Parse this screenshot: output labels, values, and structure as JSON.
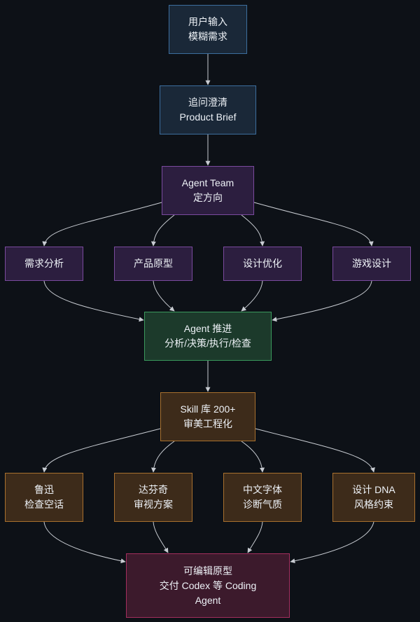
{
  "diagram": {
    "nodes": [
      {
        "id": "input",
        "lines": [
          "用户输入",
          "模糊需求"
        ],
        "style": "blue"
      },
      {
        "id": "clarify",
        "lines": [
          "追问澄清",
          "Product Brief"
        ],
        "style": "blue"
      },
      {
        "id": "team",
        "lines": [
          "Agent Team",
          "定方向"
        ],
        "style": "purple"
      },
      {
        "id": "req",
        "lines": [
          "需求分析"
        ],
        "style": "purple"
      },
      {
        "id": "proto",
        "lines": [
          "产品原型"
        ],
        "style": "purple"
      },
      {
        "id": "design-opt",
        "lines": [
          "设计优化"
        ],
        "style": "purple"
      },
      {
        "id": "game",
        "lines": [
          "游戏设计"
        ],
        "style": "purple"
      },
      {
        "id": "drive",
        "lines": [
          "Agent 推进",
          "分析/决策/执行/检查"
        ],
        "style": "green"
      },
      {
        "id": "skill",
        "lines": [
          "Skill 库 200+",
          "审美工程化"
        ],
        "style": "brown"
      },
      {
        "id": "luxun",
        "lines": [
          "鲁迅",
          "检查空话"
        ],
        "style": "brown"
      },
      {
        "id": "davinci",
        "lines": [
          "达芬奇",
          "审视方案"
        ],
        "style": "brown"
      },
      {
        "id": "font",
        "lines": [
          "中文字体",
          "诊断气质"
        ],
        "style": "brown"
      },
      {
        "id": "dna",
        "lines": [
          "设计 DNA",
          "风格约束"
        ],
        "style": "brown"
      },
      {
        "id": "output",
        "lines": [
          "可编辑原型",
          "交付 Codex 等 Coding",
          "Agent"
        ],
        "style": "red"
      }
    ],
    "edges": [
      [
        "input",
        "clarify"
      ],
      [
        "clarify",
        "team"
      ],
      [
        "team",
        "req"
      ],
      [
        "team",
        "proto"
      ],
      [
        "team",
        "design-opt"
      ],
      [
        "team",
        "game"
      ],
      [
        "req",
        "drive"
      ],
      [
        "proto",
        "drive"
      ],
      [
        "design-opt",
        "drive"
      ],
      [
        "game",
        "drive"
      ],
      [
        "drive",
        "skill"
      ],
      [
        "skill",
        "luxun"
      ],
      [
        "skill",
        "davinci"
      ],
      [
        "skill",
        "font"
      ],
      [
        "skill",
        "dna"
      ],
      [
        "luxun",
        "output"
      ],
      [
        "davinci",
        "output"
      ],
      [
        "font",
        "output"
      ],
      [
        "dna",
        "output"
      ]
    ]
  }
}
